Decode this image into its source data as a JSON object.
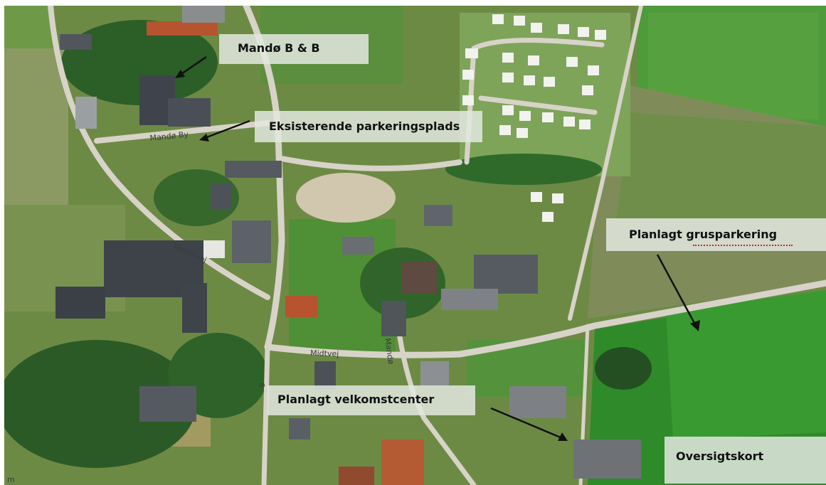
{
  "labels": {
    "bnb": "Mandø B & B",
    "parking_existing": "Eksisterende parkeringsplads",
    "parking_gravel": "Planlagt grusparkering",
    "welcome_center": "Planlagt velkomstcenter",
    "overview": "Oversigtskort"
  },
  "roads": {
    "mando_by": "Mandø By",
    "vestervej": "Vestervej",
    "midtvej": "Midtvej",
    "mando_road": "Mandø",
    "south_road": "S"
  },
  "scale_mark": "m",
  "colors": {
    "field_light": "#4f9a3a",
    "field_dark": "#2f7a2a",
    "dry_field": "#7f8c5a",
    "road": "#d8d3c8",
    "tree": "#2c5e28",
    "roof_dark": "#3f444c",
    "roof_red": "#b5542e",
    "label_bg": "#e2e8e0"
  }
}
